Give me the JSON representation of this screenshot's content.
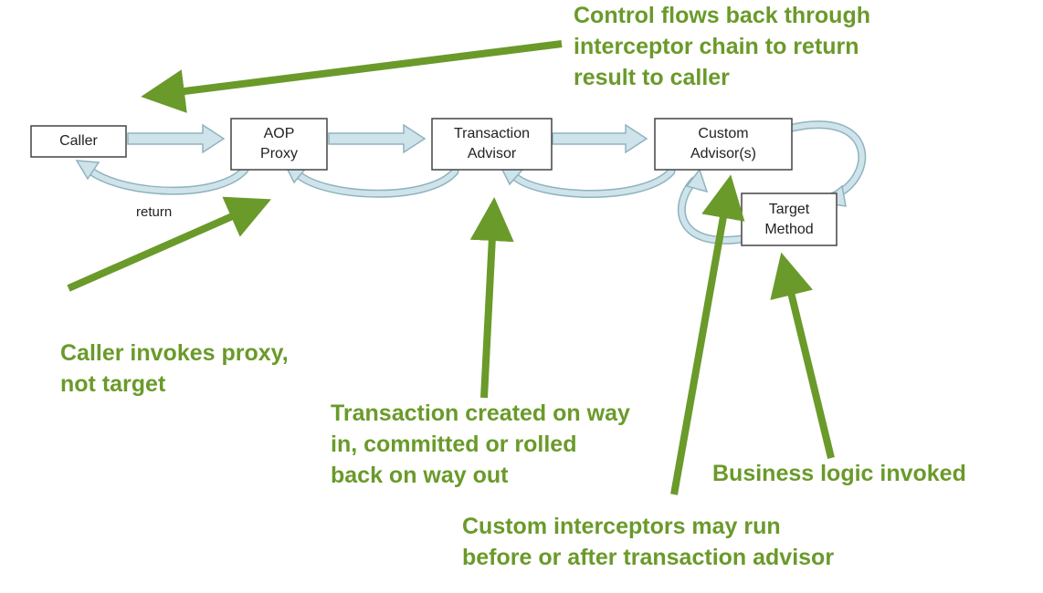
{
  "nodes": {
    "caller": "Caller",
    "aop_proxy": "AOP\nProxy",
    "transaction_advisor": "Transaction\nAdvisor",
    "custom_advisors": "Custom\nAdvisor(s)",
    "target_method": "Target\nMethod"
  },
  "labels": {
    "return": "return"
  },
  "annotations": {
    "control_flow": "Control flows back through\ninterceptor chain to return\nresult to caller",
    "caller_invokes": "Caller invokes proxy,\nnot target",
    "transaction": "Transaction created on way\nin, committed or rolled\nback on way out",
    "business_logic": "Business logic invoked",
    "custom_interceptors": "Custom interceptors may run\nbefore or after transaction advisor"
  },
  "colors": {
    "annotation_green": "#6a9a2a",
    "flow_arrow_fill": "#cfe3ea",
    "flow_arrow_stroke": "#8fb3bf",
    "box_stroke": "#444444"
  }
}
